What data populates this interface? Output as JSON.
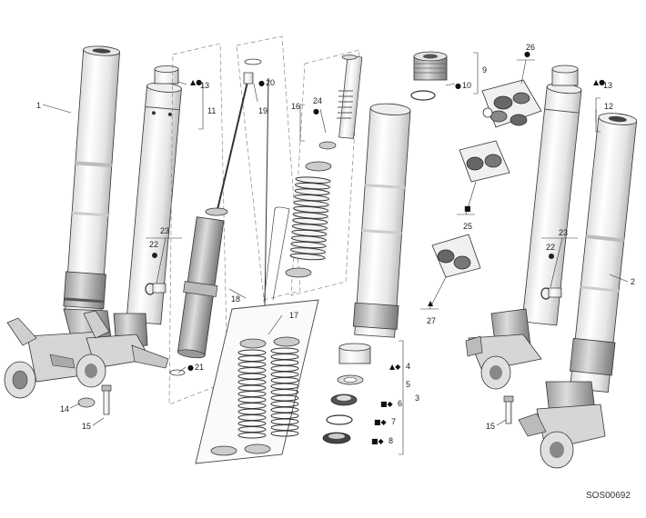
{
  "diagram": {
    "drawing_code": "SOS00692",
    "parts": [
      {
        "num": "1"
      },
      {
        "num": "2"
      },
      {
        "num": "3"
      },
      {
        "num": "4",
        "sym": "▲◆"
      },
      {
        "num": "5"
      },
      {
        "num": "6",
        "sym": "■◆"
      },
      {
        "num": "7",
        "sym": "■◆"
      },
      {
        "num": "8",
        "sym": "■◆"
      },
      {
        "num": "9"
      },
      {
        "num": "10",
        "sym": "●"
      },
      {
        "num": "11"
      },
      {
        "num": "12"
      },
      {
        "num": "13",
        "sym": "▲●"
      },
      {
        "num": "13",
        "sym": "▲●"
      },
      {
        "num": "14"
      },
      {
        "num": "15"
      },
      {
        "num": "15"
      },
      {
        "num": "16"
      },
      {
        "num": "17"
      },
      {
        "num": "18"
      },
      {
        "num": "19"
      },
      {
        "num": "20",
        "sym": "●"
      },
      {
        "num": "21",
        "sym": "●"
      },
      {
        "num": "22",
        "sym": "●"
      },
      {
        "num": "22",
        "sym": "●"
      },
      {
        "num": "23"
      },
      {
        "num": "23"
      },
      {
        "num": "24",
        "sym": "●"
      },
      {
        "num": "25",
        "sym": "■"
      },
      {
        "num": "26",
        "sym": "●"
      },
      {
        "num": "27",
        "sym": "▲"
      }
    ]
  }
}
